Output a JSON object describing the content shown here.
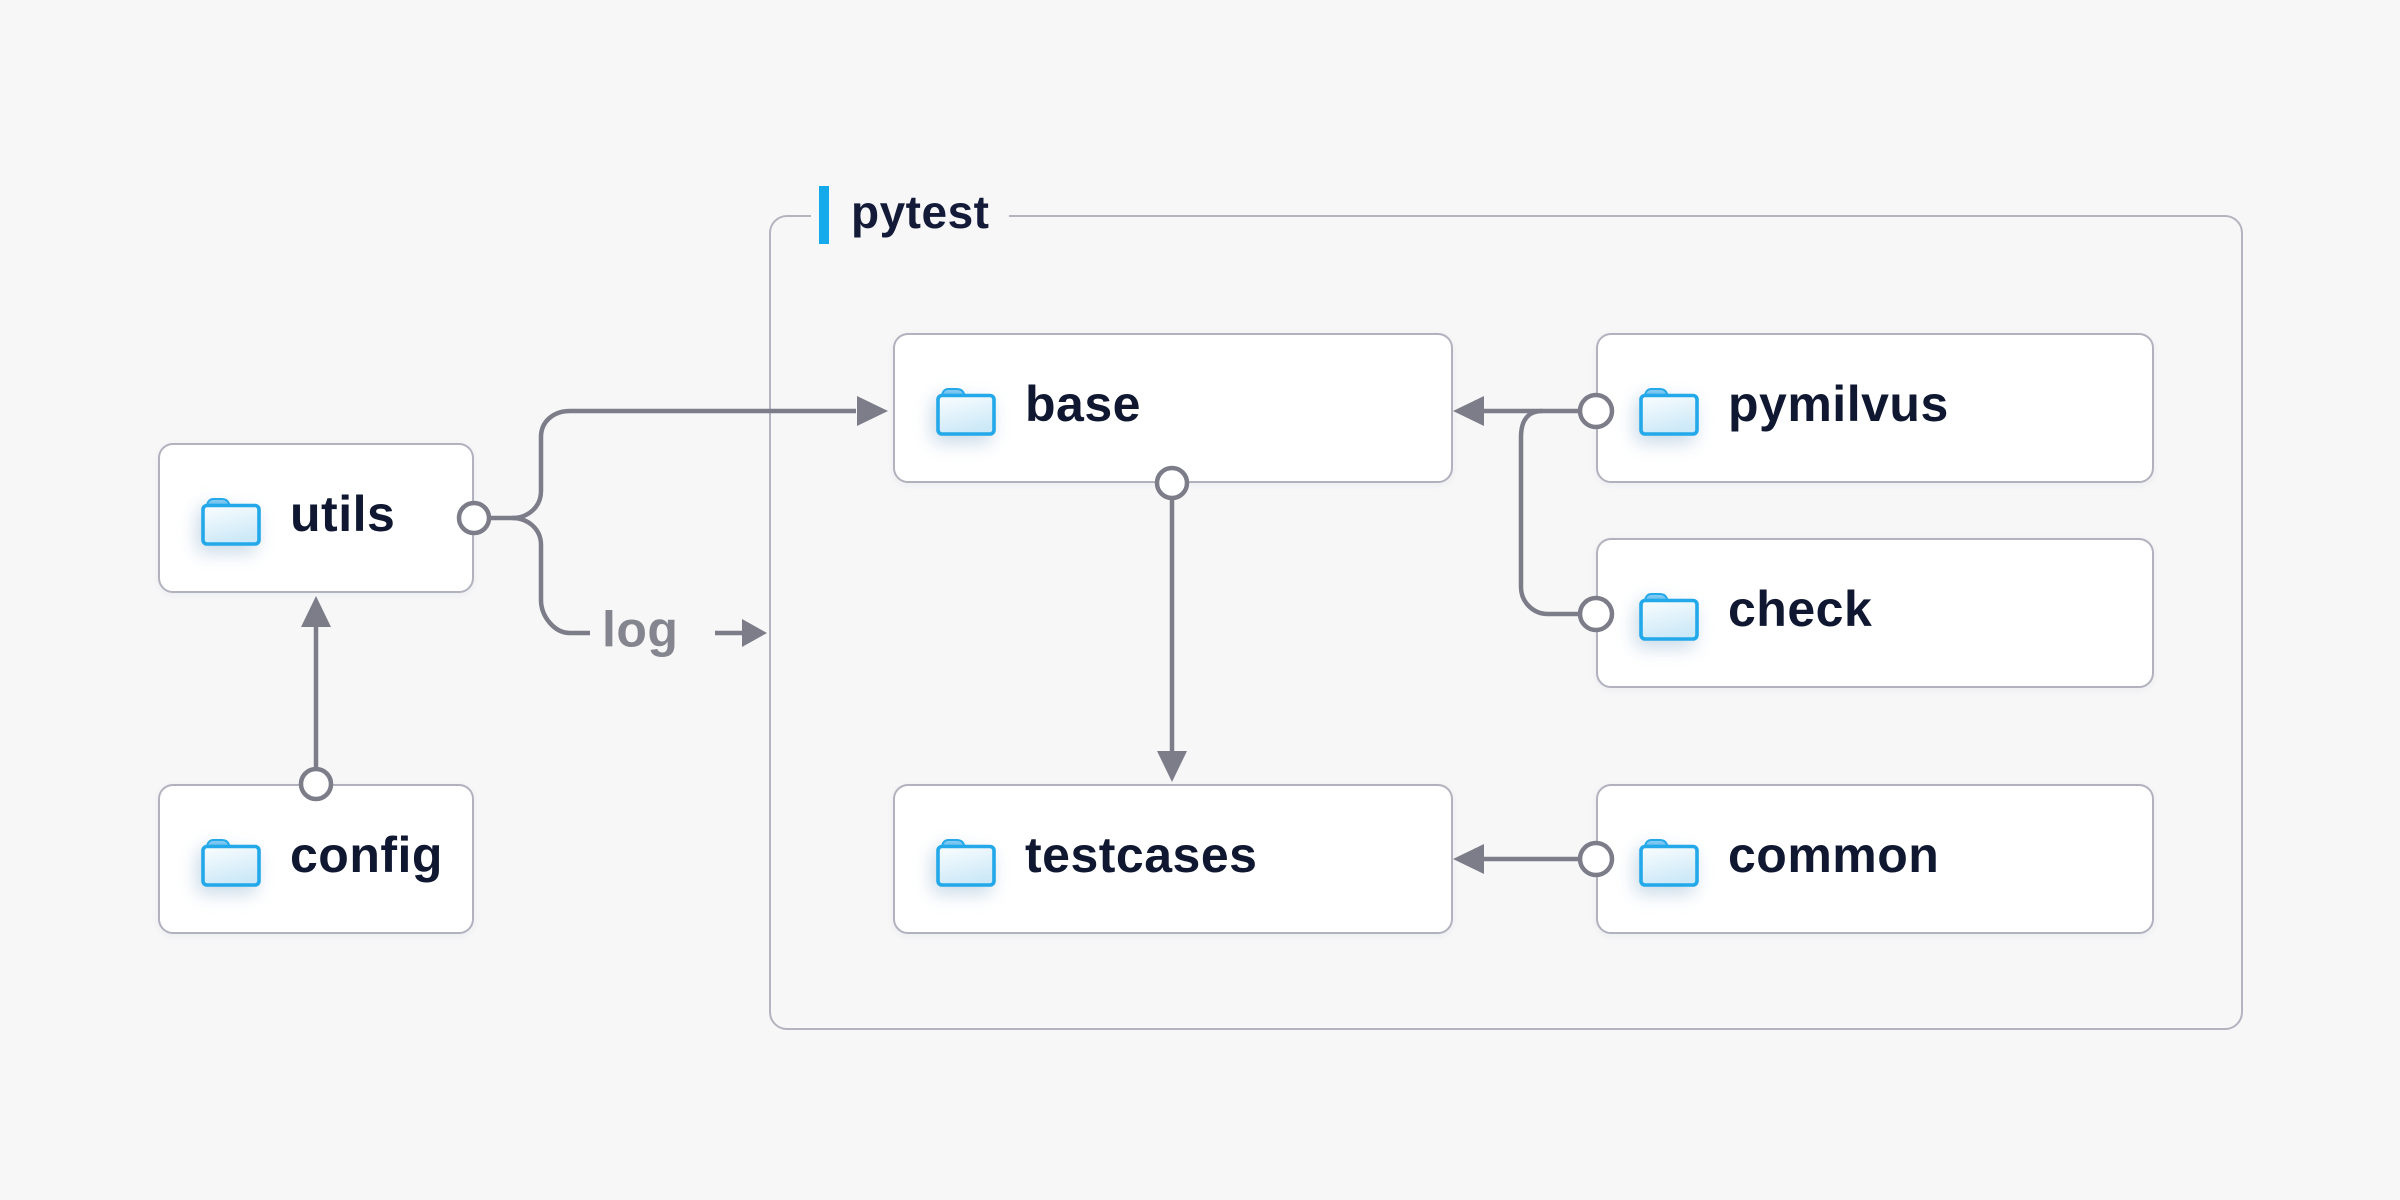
{
  "diagram": {
    "title_group": {
      "label": "pytest"
    },
    "nodes": [
      {
        "id": "utils",
        "label": "utils",
        "icon": "folder-icon"
      },
      {
        "id": "config",
        "label": "config",
        "icon": "folder-icon"
      },
      {
        "id": "base",
        "label": "base",
        "icon": "folder-icon"
      },
      {
        "id": "testcases",
        "label": "testcases",
        "icon": "folder-icon"
      },
      {
        "id": "pymilvus",
        "label": "pymilvus",
        "icon": "folder-icon"
      },
      {
        "id": "check",
        "label": "check",
        "icon": "folder-icon"
      },
      {
        "id": "common",
        "label": "common",
        "icon": "folder-icon"
      }
    ],
    "edges": [
      {
        "from": "config",
        "to": "utils"
      },
      {
        "from": "utils",
        "to": "base"
      },
      {
        "from": "utils",
        "to": "pytest-group",
        "label": "log"
      },
      {
        "from": "pymilvus",
        "to": "base"
      },
      {
        "from": "check",
        "to": "base"
      },
      {
        "from": "base",
        "to": "testcases"
      },
      {
        "from": "common",
        "to": "testcases"
      }
    ],
    "colors": {
      "background": "#f7f7f8",
      "node_fill": "#ffffff",
      "node_border": "#b2b2bf",
      "group_border": "#b4b4c1",
      "connector": "#7d7d8a",
      "accent_blue": "#14aaec",
      "folder_blue": "#23a8e9",
      "text_dark": "#0f1731",
      "text_gray": "#85858f"
    }
  }
}
